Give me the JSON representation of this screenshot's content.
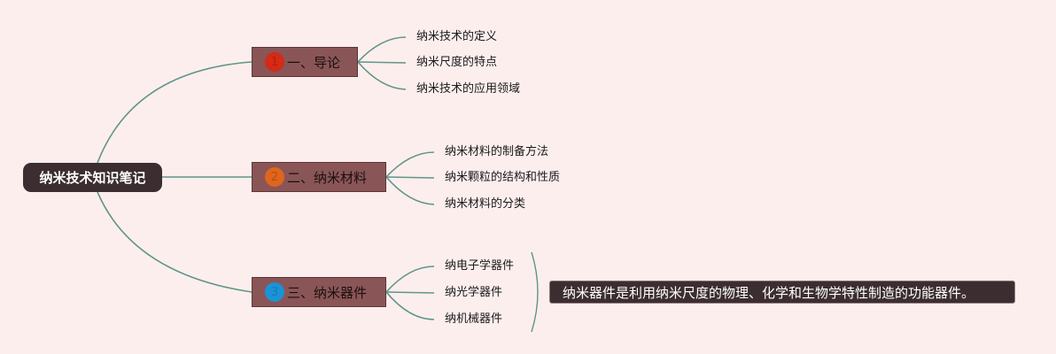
{
  "colors": {
    "background": "#fdeeee",
    "root_fill": "#3c2e30",
    "topic_fill": "#8a5556",
    "connector": "#5e9687",
    "badge_1": "#d42a16",
    "badge_2": "#e0651c",
    "badge_3": "#1a93d6"
  },
  "root": {
    "label": "纳米技术知识笔记"
  },
  "topics": [
    {
      "number": "1",
      "label": "一、导论",
      "children": [
        "纳米技术的定义",
        "纳米尺度的特点",
        "纳米技术的应用领域"
      ]
    },
    {
      "number": "2",
      "label": "二、纳米材料",
      "children": [
        "纳米材料的制备方法",
        "纳米颗粒的结构和性质",
        "纳米材料的分类"
      ]
    },
    {
      "number": "3",
      "label": "三、纳米器件",
      "children": [
        "纳电子学器件",
        "纳光学器件",
        "纳机械器件"
      ]
    }
  ],
  "summary": {
    "text": "纳米器件是利用纳米尺度的物理、化学和生物学特性制造的功能器件。"
  }
}
